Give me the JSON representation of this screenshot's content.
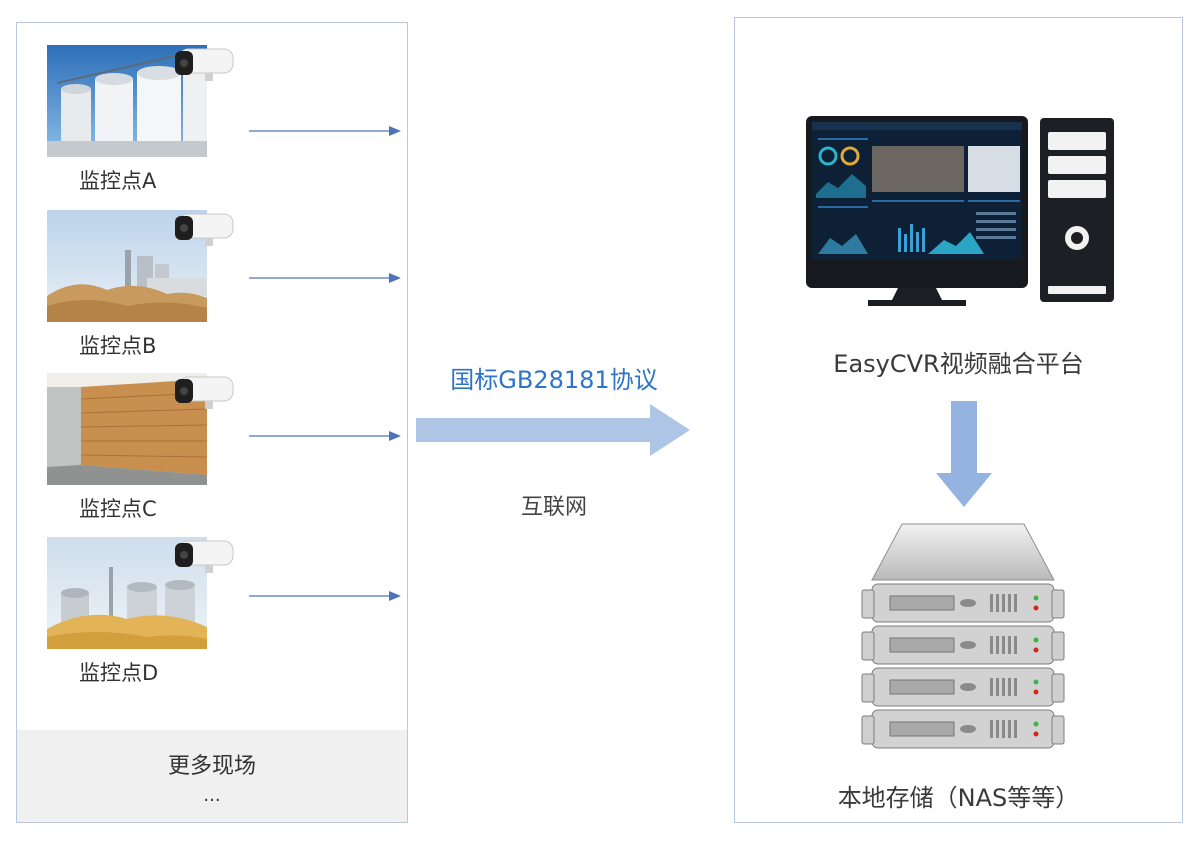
{
  "sites": [
    {
      "label": "监控点A",
      "scene": "silos"
    },
    {
      "label": "监控点B",
      "scene": "grain-yard"
    },
    {
      "label": "监控点C",
      "scene": "warehouse"
    },
    {
      "label": "监控点D",
      "scene": "grain-silos"
    }
  ],
  "more": {
    "title": "更多现场",
    "ellipsis": "..."
  },
  "protocol": {
    "label": "国标GB28181协议"
  },
  "network": {
    "label": "互联网"
  },
  "platform": {
    "label": "EasyCVR视频融合平台"
  },
  "storage": {
    "label": "本地存储（NAS等等）"
  },
  "colors": {
    "protocol_text": "#2e74c7",
    "arrow": "#aec5e6",
    "connector": "#4f73b8",
    "border": "#b9c8dc"
  },
  "icons": {
    "camera": "camera-icon",
    "computer": "computer-icon",
    "server": "server-icon"
  }
}
